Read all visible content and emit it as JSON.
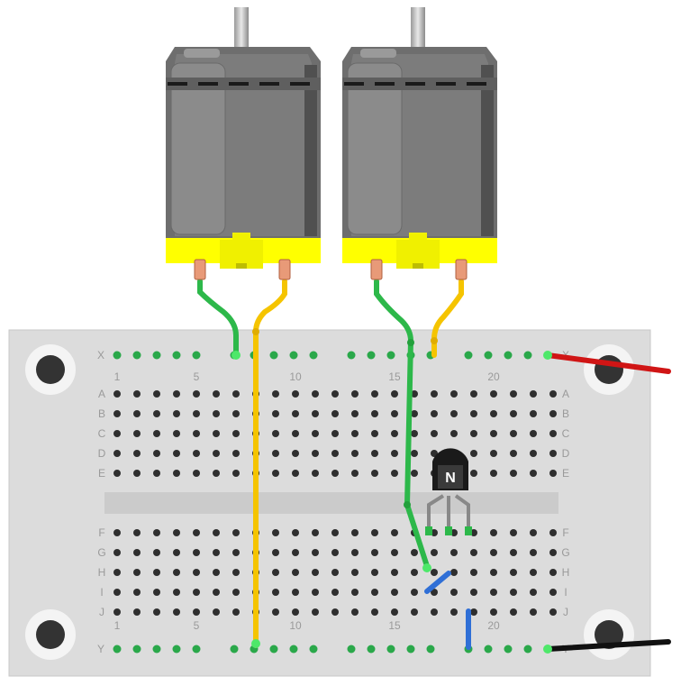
{
  "breadboard": {
    "top_rail_label": "X",
    "bottom_rail_label": "Y",
    "upper_rows": [
      "A",
      "B",
      "C",
      "D",
      "E"
    ],
    "lower_rows": [
      "F",
      "G",
      "H",
      "I",
      "J"
    ],
    "column_numbers": [
      "1",
      "5",
      "10",
      "15",
      "20"
    ]
  },
  "transistor": {
    "label": "N"
  },
  "colors": {
    "motor_body": "#7a7a7a",
    "motor_band": "#ffff00",
    "wire_green": "#2db84a",
    "wire_yellow": "#f5c400",
    "wire_red": "#d01515",
    "wire_black": "#111111",
    "wire_blue": "#2f6fd6",
    "board": "#dcdcdc"
  }
}
